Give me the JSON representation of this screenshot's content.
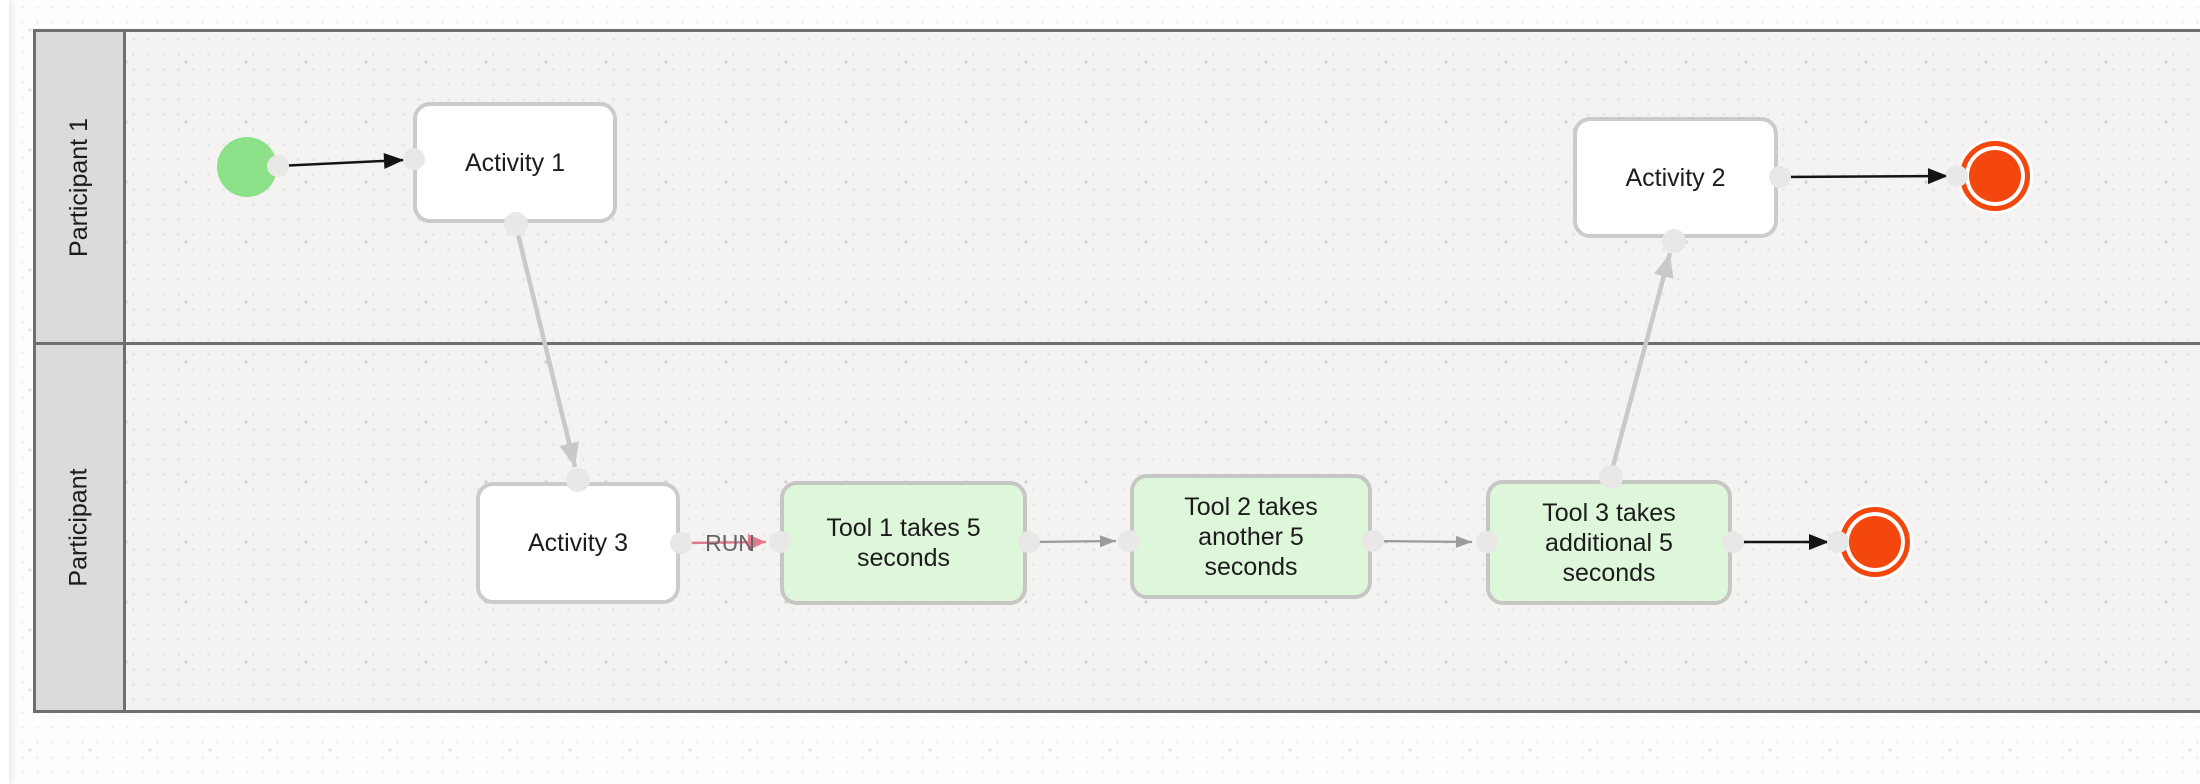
{
  "pool": {
    "lanes": [
      {
        "label": "Participant 1"
      },
      {
        "label": "Participant"
      }
    ]
  },
  "nodes": {
    "start_event": {
      "kind": "start-event"
    },
    "activity1": {
      "label": "Activity 1"
    },
    "activity2": {
      "label": "Activity 2"
    },
    "activity3": {
      "label": "Activity 3"
    },
    "tool1": {
      "label": "Tool 1 takes 5 seconds"
    },
    "tool2": {
      "label": "Tool 2 takes another 5 seconds"
    },
    "tool3": {
      "label": "Tool 3 takes additional 5 seconds"
    },
    "end_event_top": {
      "kind": "end-event"
    },
    "end_event_bottom": {
      "kind": "end-event"
    }
  },
  "edges": {
    "run_label": "RUN",
    "flows": [
      {
        "from": "start_event",
        "to": "activity1",
        "style": "black-arrow"
      },
      {
        "from": "activity1",
        "to": "activity3",
        "style": "light-gray-arrow"
      },
      {
        "from": "activity3",
        "to": "tool1",
        "style": "pink-arrow",
        "label": "RUN"
      },
      {
        "from": "tool1",
        "to": "tool2",
        "style": "gray-arrow"
      },
      {
        "from": "tool2",
        "to": "tool3",
        "style": "gray-arrow"
      },
      {
        "from": "tool3",
        "to": "activity2",
        "style": "light-gray-arrow"
      },
      {
        "from": "activity2",
        "to": "end_event_top",
        "style": "black-arrow"
      },
      {
        "from": "tool3",
        "to": "end_event_bottom",
        "style": "black-arrow"
      }
    ]
  },
  "colors": {
    "start_event_fill": "#8be088",
    "end_event_fill": "#f4470e",
    "task_fill": "#ffffff",
    "tool_task_fill": "#def6d9",
    "task_border": "#cbcbca",
    "lane_header_fill": "#dbdbdb",
    "pool_border": "#6f6f6f",
    "flow_black": "#141414",
    "flow_gray": "#9b9b9b",
    "flow_light_gray": "#c9c9c8",
    "flow_pink": "#e3798f",
    "connection_point": "#e9e8e7",
    "canvas_outside": "#fdfdfc",
    "pool_inside": "#f4f3f1"
  }
}
